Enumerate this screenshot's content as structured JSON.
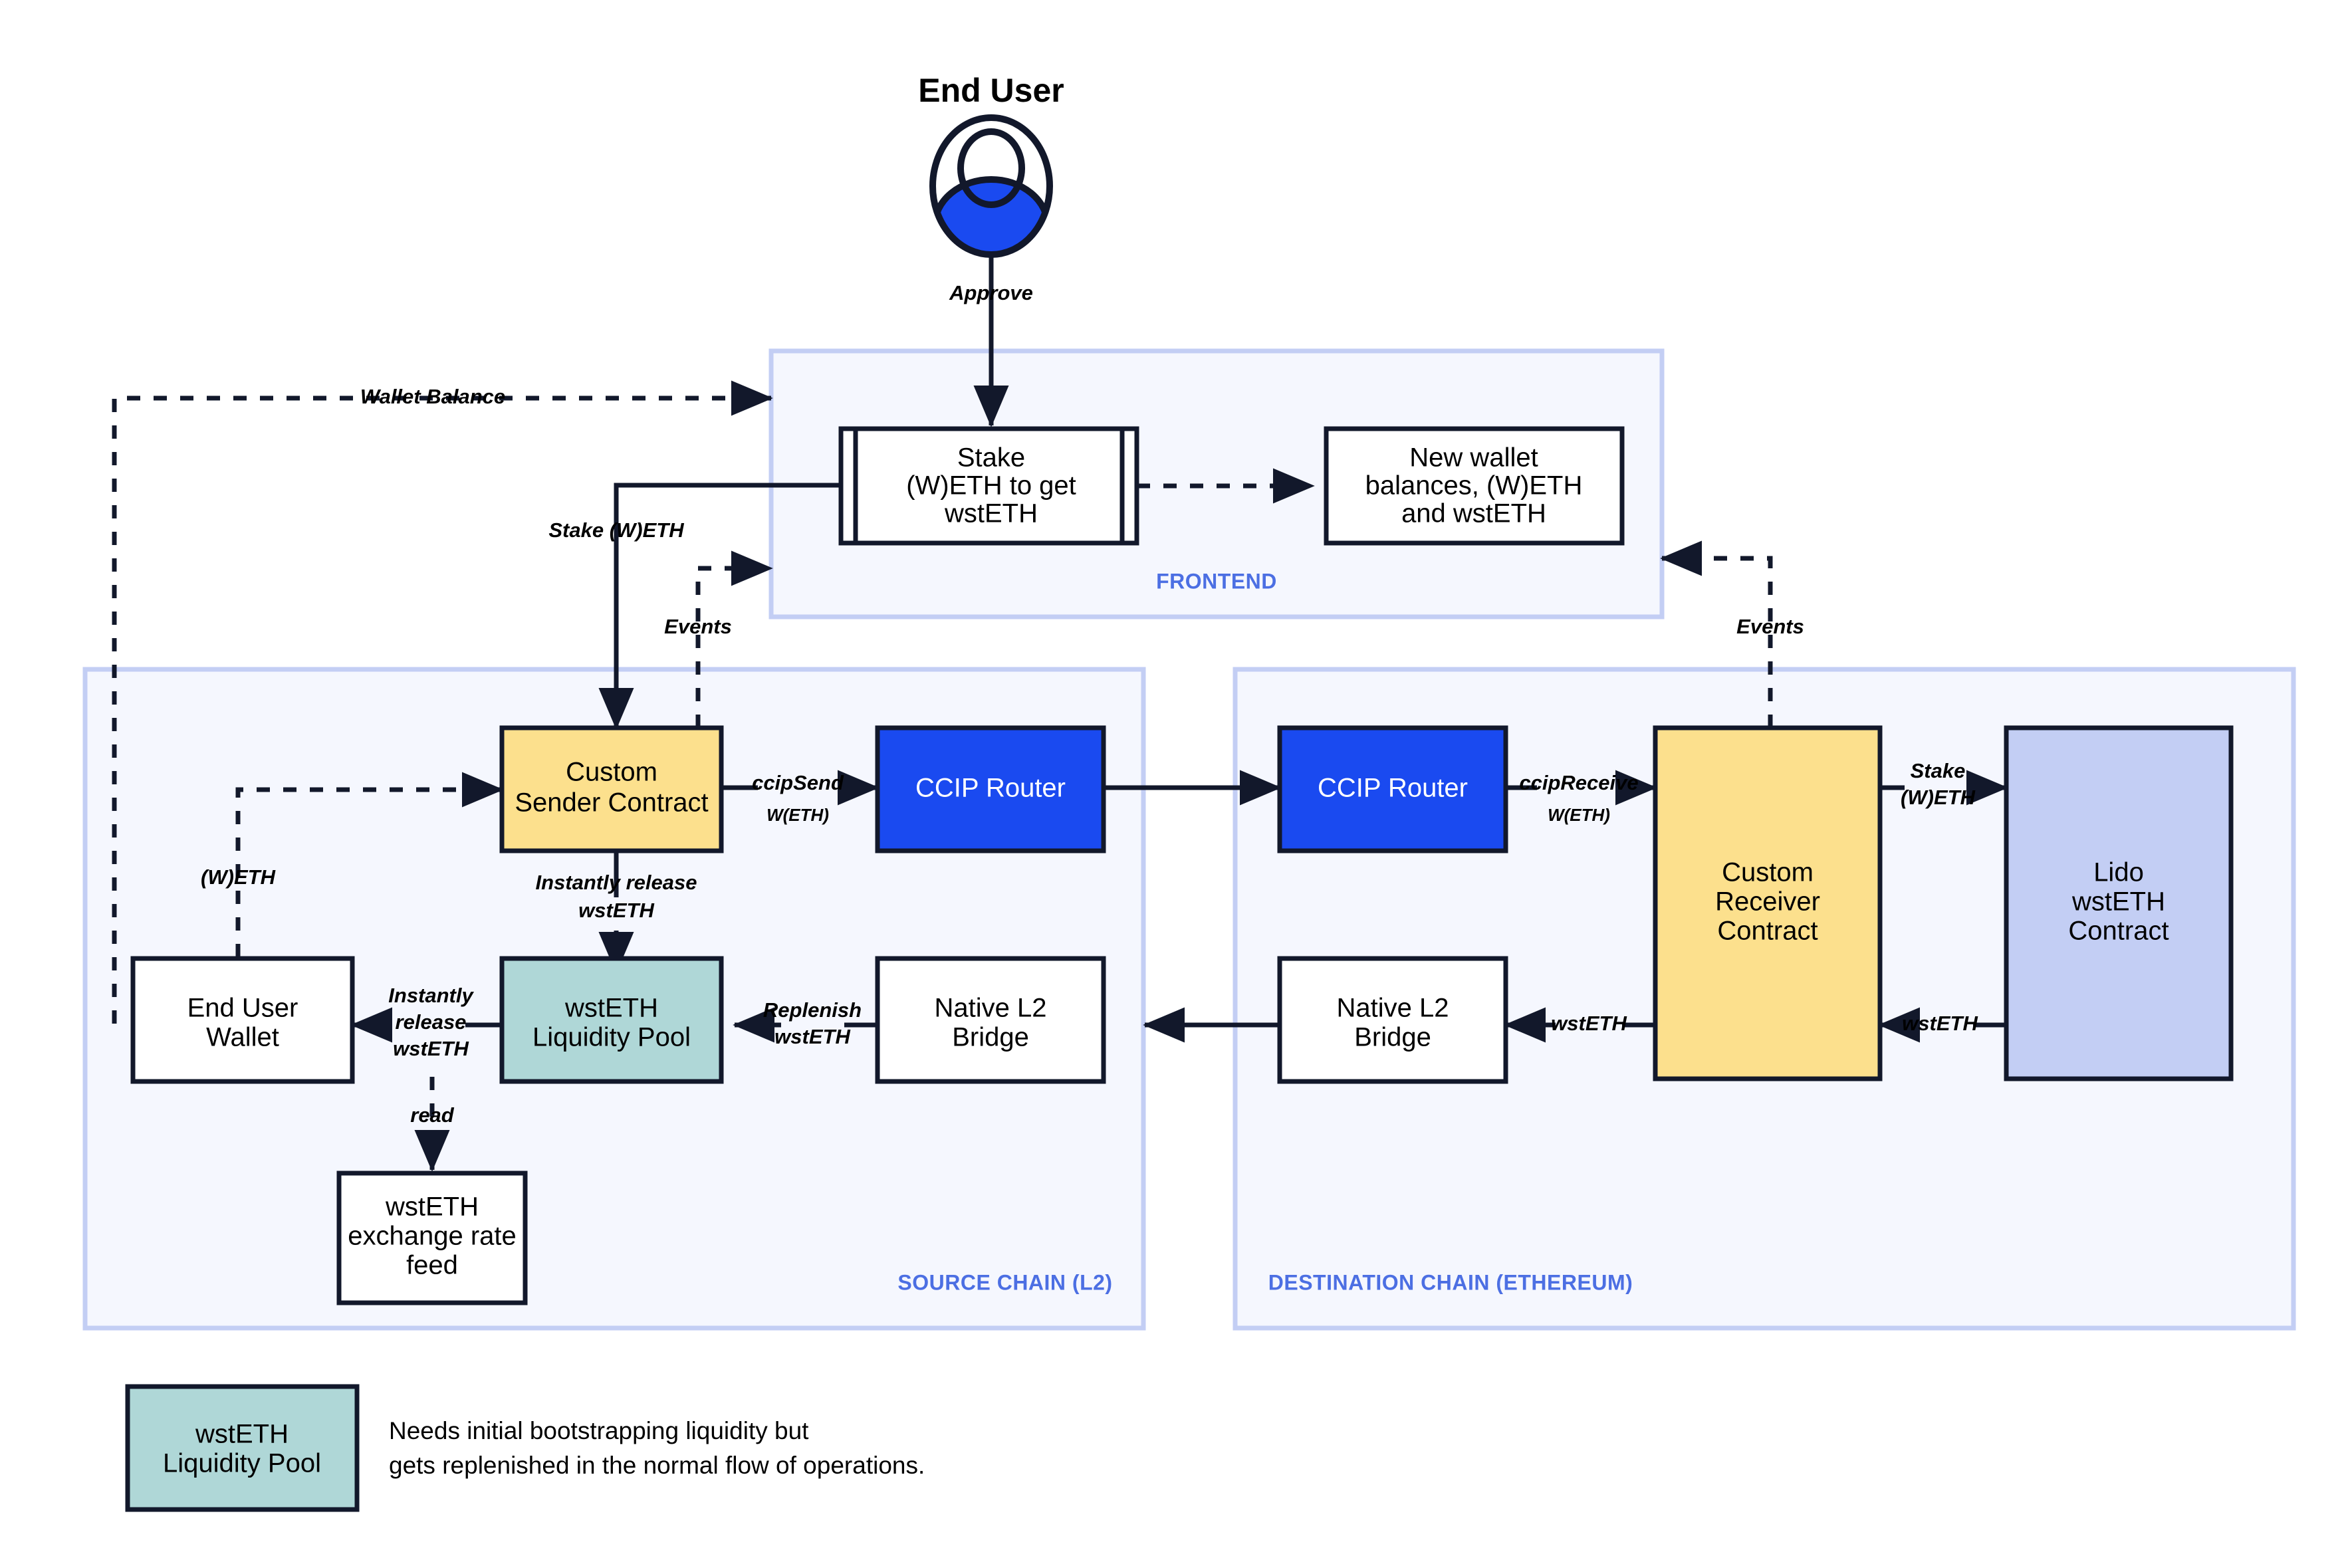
{
  "actor": {
    "title": "End User",
    "icon": "user-avatar-icon",
    "body_color": "#1A4AF0"
  },
  "zones": [
    {
      "id": "frontend",
      "label": "FRONTEND"
    },
    {
      "id": "source-chain",
      "label": "SOURCE CHAIN (L2)"
    },
    {
      "id": "destination-chain",
      "label": "DESTINATION CHAIN (ETHEREUM)"
    }
  ],
  "nodes": {
    "stake_form": {
      "label": "Stake\n(W)ETH to get\nwstETH",
      "shape": "subroutine",
      "fill": "#FFFFFF"
    },
    "new_balances": {
      "label": "New wallet\nbalances, (W)ETH\nand wstETH",
      "shape": "rect",
      "fill": "#FFFFFF"
    },
    "custom_sender": {
      "label": "Custom\nSender Contract",
      "shape": "rect",
      "fill": "#FCE08D"
    },
    "ccip_router_src": {
      "label": "CCIP Router",
      "shape": "rect",
      "fill": "#1A4AF0"
    },
    "ccip_router_dst": {
      "label": "CCIP Router",
      "shape": "rect",
      "fill": "#1A4AF0"
    },
    "custom_receiver": {
      "label": "Custom\nReceiver\nContract",
      "shape": "rect",
      "fill": "#FCE08D"
    },
    "lido_contract": {
      "label": "Lido\nwstETH\nContract",
      "shape": "rect",
      "fill": "#C3CEF4"
    },
    "end_user_wallet": {
      "label": "End User\nWallet",
      "shape": "rect",
      "fill": "#FFFFFF"
    },
    "liquidity_pool": {
      "label": "wstETH\nLiquidity Pool",
      "shape": "rect",
      "fill": "#AFD7D7"
    },
    "native_bridge_l2": {
      "label": "Native L2\nBridge",
      "shape": "rect",
      "fill": "#FFFFFF"
    },
    "native_bridge_eth": {
      "label": "Native L2\nBridge",
      "shape": "rect",
      "fill": "#FFFFFF"
    },
    "rate_feed": {
      "label": "wstETH\nexchange rate\nfeed",
      "shape": "rect",
      "fill": "#FFFFFF"
    }
  },
  "edges": {
    "approve": "Approve",
    "wallet_balance": "Wallet Balance",
    "stake_weth": "Stake (W)ETH",
    "events_left": "Events",
    "events_right": "Events",
    "weth": "(W)ETH",
    "ccip_send": "ccipSend",
    "ccip_send_sub": "W(ETH)",
    "ccip_receive": "ccipReceive",
    "ccip_receive_sub": "W(ETH)",
    "instantly_release_wsteth": "Instantly release\nwstETH",
    "instantly_release_wsteth_wallet": "Instantly\nrelease\nwstETH",
    "replenish_wsteth": "Replenish\nwstETH",
    "read": "read",
    "stake_weth_dst": "Stake\n(W)ETH",
    "wsteth_receiver_to_bridge": "wstETH",
    "wsteth_lido_to_receiver": "wstETH"
  },
  "legend": {
    "swatch_label": "wstETH\nLiquidity Pool",
    "swatch_color": "#AFD7D7",
    "note_line1": "Needs initial bootstrapping liquidity but",
    "note_line2": "gets replenished in the normal flow of operations."
  }
}
